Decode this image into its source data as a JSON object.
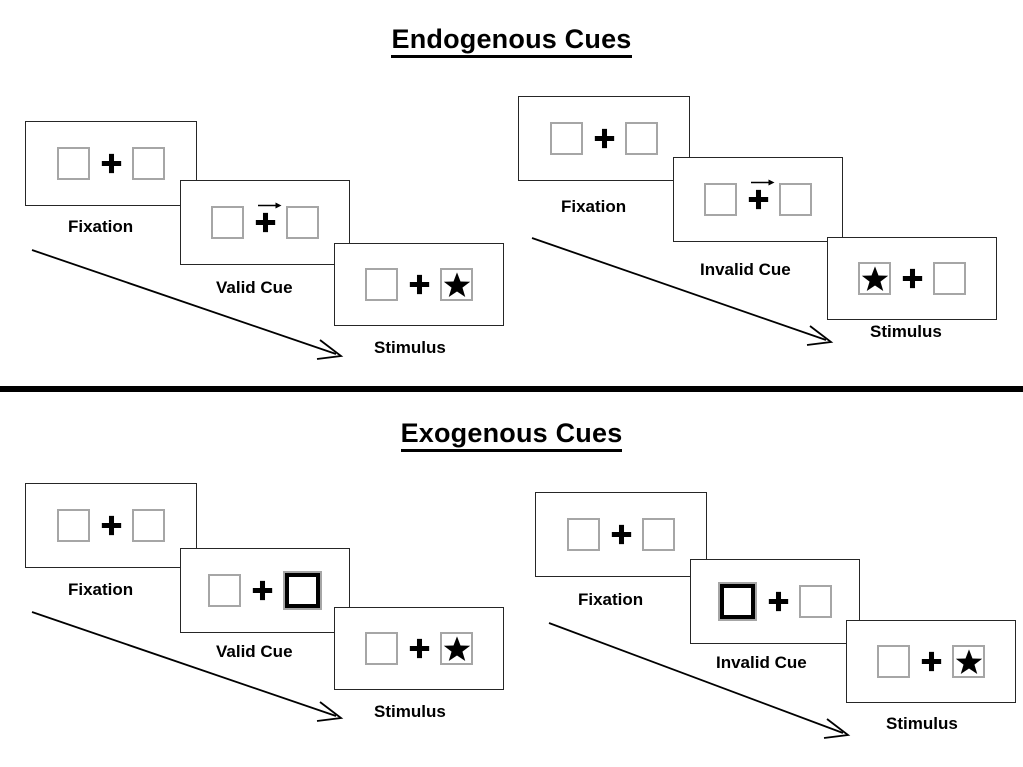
{
  "figure": {
    "title_top": "Endogenous Cues",
    "title_bottom": "Exogenous Cues"
  },
  "sections": [
    {
      "id": "endogenous",
      "title": "Endogenous Cues",
      "sequences": [
        {
          "id": "endogenous-valid",
          "condition": "Valid Cue",
          "panels": [
            {
              "label": "Fixation",
              "left_box": "empty",
              "right_box": "empty",
              "cue": "none",
              "cue_side": "none"
            },
            {
              "label": "Valid Cue",
              "left_box": "empty",
              "right_box": "empty",
              "cue": "central-arrow",
              "cue_side": "right"
            },
            {
              "label": "Stimulus",
              "left_box": "empty",
              "right_box": "star",
              "cue": "none",
              "cue_side": "none"
            }
          ]
        },
        {
          "id": "endogenous-invalid",
          "condition": "Invalid Cue",
          "panels": [
            {
              "label": "Fixation",
              "left_box": "empty",
              "right_box": "empty",
              "cue": "none",
              "cue_side": "none"
            },
            {
              "label": "Invalid Cue",
              "left_box": "empty",
              "right_box": "empty",
              "cue": "central-arrow",
              "cue_side": "right"
            },
            {
              "label": "Stimulus",
              "left_box": "star",
              "right_box": "empty",
              "cue": "none",
              "cue_side": "none"
            }
          ]
        }
      ]
    },
    {
      "id": "exogenous",
      "title": "Exogenous Cues",
      "sequences": [
        {
          "id": "exogenous-valid",
          "condition": "Valid Cue",
          "panels": [
            {
              "label": "Fixation",
              "left_box": "empty",
              "right_box": "empty",
              "cue": "none",
              "cue_side": "none"
            },
            {
              "label": "Valid Cue",
              "left_box": "empty",
              "right_box": "cued",
              "cue": "peripheral-outline",
              "cue_side": "right"
            },
            {
              "label": "Stimulus",
              "left_box": "empty",
              "right_box": "star",
              "cue": "none",
              "cue_side": "none"
            }
          ]
        },
        {
          "id": "exogenous-invalid",
          "condition": "Invalid Cue",
          "panels": [
            {
              "label": "Fixation",
              "left_box": "empty",
              "right_box": "empty",
              "cue": "none",
              "cue_side": "none"
            },
            {
              "label": "Invalid Cue",
              "left_box": "cued",
              "right_box": "empty",
              "cue": "peripheral-outline",
              "cue_side": "left"
            },
            {
              "label": "Stimulus",
              "left_box": "empty",
              "right_box": "star",
              "cue": "none",
              "cue_side": "none"
            }
          ]
        }
      ]
    }
  ],
  "labels": {
    "fixation": "Fixation",
    "valid_cue": "Valid Cue",
    "invalid_cue": "Invalid Cue",
    "stimulus": "Stimulus"
  },
  "colors": {
    "background": "#ffffff",
    "panel_border": "#262626",
    "box_border": "#a6a6a6",
    "cue_border": "#000000",
    "text": "#000000",
    "divider": "#000000",
    "star_fill": "#000000"
  }
}
